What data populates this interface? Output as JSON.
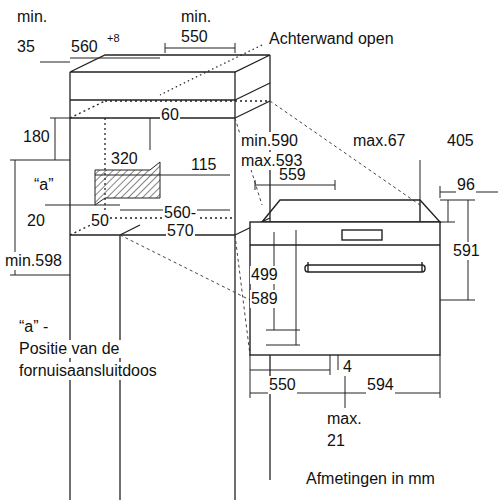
{
  "diagram": {
    "labels": [
      "min.",
      "35",
      "560",
      "+8",
      "min.",
      "550",
      "Achterwand open",
      "180",
      "60",
      "320",
      "115",
      "“a”",
      "20",
      "50",
      "560-",
      "570",
      "min.598",
      "min.590",
      "max.593",
      "max.67",
      "405",
      "559",
      "96",
      "591",
      "499",
      "589",
      "550",
      "4",
      "594",
      "max.",
      "21",
      "“a” -",
      "Positie van de",
      "fornuisaansluitdoos",
      "Afmetingen in mm"
    ]
  }
}
